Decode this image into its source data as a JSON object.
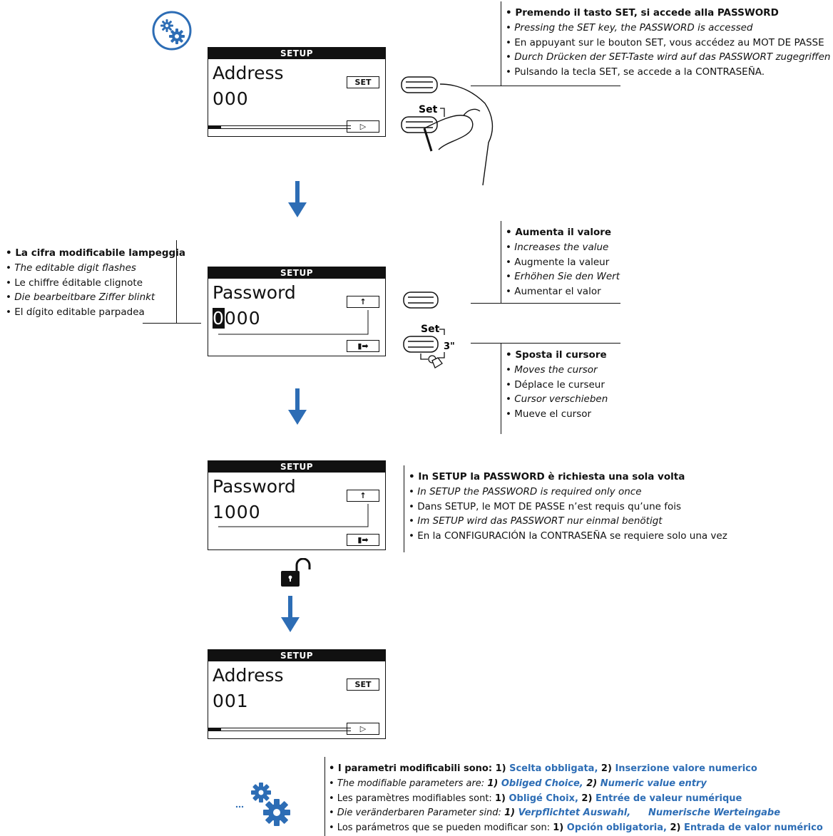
{
  "screens": [
    {
      "header": "SETUP",
      "label": "Address",
      "value": "000",
      "top_button": "SET",
      "bottom_button": "▷"
    },
    {
      "header": "SETUP",
      "label": "Password",
      "value_first": "0",
      "value_rest": "000",
      "top_button": "↑",
      "bottom_button": "▮➡"
    },
    {
      "header": "SETUP",
      "label": "Password",
      "value": "1000",
      "top_button": "↑",
      "bottom_button": "▮➡"
    },
    {
      "header": "SETUP",
      "label": "Address",
      "value": "001",
      "top_button": "SET",
      "bottom_button": "▷"
    }
  ],
  "keys": {
    "set_label": "Set",
    "hold_label": "3\""
  },
  "notes": {
    "password_access": [
      "• Premendo il tasto SET, si accede alla PASSWORD",
      "• Pressing the SET key, the PASSWORD is accessed",
      "• En appuyant sur le bouton SET, vous accédez au MOT DE PASSE",
      "• Durch Drücken der SET-Taste wird auf das PASSWORT zugegriffen",
      "• Pulsando la tecla SET, se accede a la CONTRASEÑA."
    ],
    "digit_flashes": [
      "• La cifra modificabile lampeggia",
      "• The editable digit flashes",
      "• Le chiffre éditable clignote",
      "• Die bearbeitbare Ziffer blinkt",
      "• El dígito editable parpadea"
    ],
    "increase_value": [
      "• Aumenta il valore",
      "• Increases the value",
      "• Augmente la valeur",
      "• Erhöhen Sie den Wert",
      "• Aumentar el valor"
    ],
    "move_cursor": [
      "• Sposta il cursore",
      "• Moves the cursor",
      "• Déplace le curseur",
      "• Cursor verschieben",
      "• Mueve el cursor"
    ],
    "password_once": [
      "• In SETUP la PASSWORD è richiesta una sola volta",
      "• In SETUP the PASSWORD is required only once",
      "• Dans SETUP, le MOT DE PASSE n’est requis qu’une fois",
      "• Im SETUP wird das PASSWORT nur einmal benötigt",
      "• En la CONFIGURACIÓN la CONTRASEÑA se requiere solo una vez"
    ],
    "parameters": [
      {
        "pre": "• I parametri modificabili sono: ",
        "n1": "1) ",
        "t1": "Scelta obbligata,",
        "n2": " 2) ",
        "t2": "Inserzione valore numerico"
      },
      {
        "pre": "• The modifiable parameters are: ",
        "n1": "1) ",
        "t1": "Obliged Choice,",
        "n2": " 2) ",
        "t2": "Numeric value entry"
      },
      {
        "pre": "• Les paramètres modifiables sont: ",
        "n1": "1) ",
        "t1": "Obligé Choix,",
        "n2": " 2) ",
        "t2": "Entrée de valeur numérique"
      },
      {
        "pre": "• Die veränderbaren Parameter sind: ",
        "n1": "1) ",
        "t1": "Verpflichtet Auswahl,",
        "n2": "      ",
        "t2": "Numerische Werteingabe"
      },
      {
        "pre": "• Los parámetros que se pueden modificar son: ",
        "n1": "1) ",
        "t1": "Opción obligatoria,",
        "n2": " 2) ",
        "t2": "Entrada de valor numérico"
      }
    ]
  },
  "colors": {
    "accent": "#2d6db5",
    "ink": "#111111"
  }
}
